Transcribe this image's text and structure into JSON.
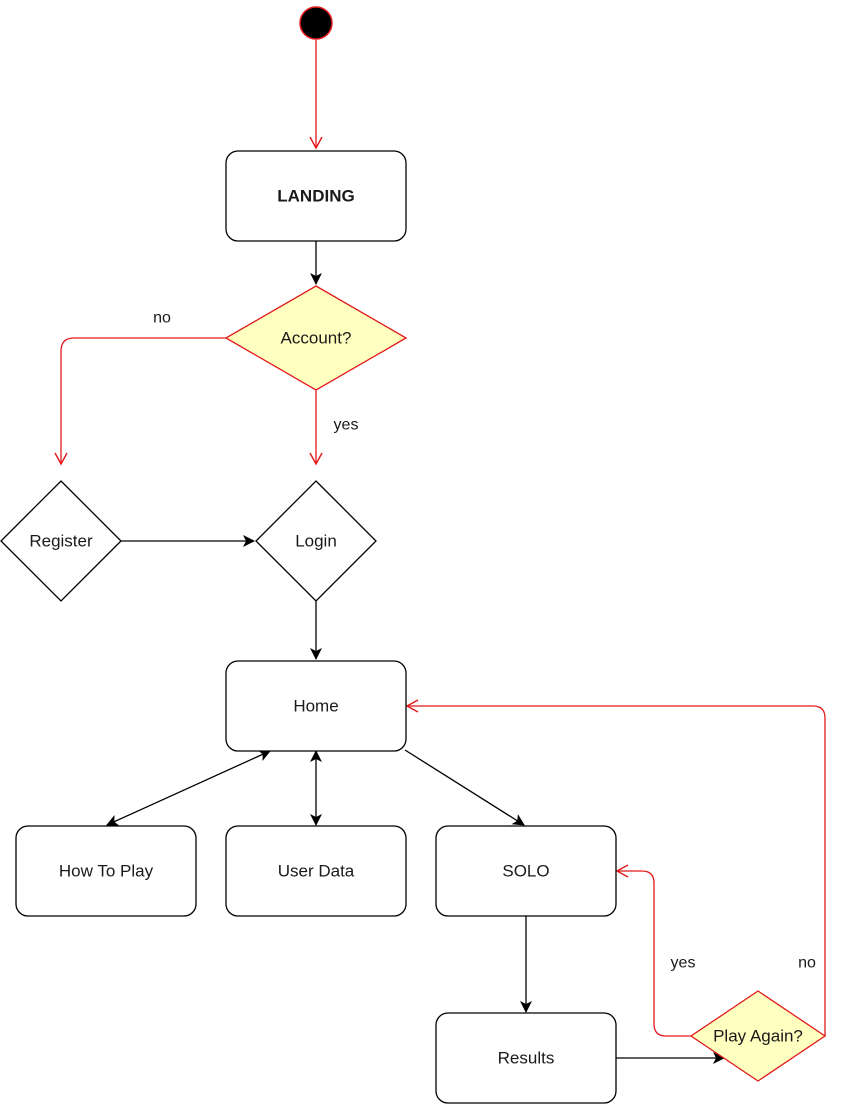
{
  "colors": {
    "stroke_black": "#000000",
    "stroke_red": "#e3191c",
    "decision_fill": "#ffffc0",
    "process_fill": "#ffffff",
    "start_fill": "#000000"
  },
  "nodes": {
    "landing": {
      "label": "LANDING"
    },
    "account": {
      "label": "Account?"
    },
    "register": {
      "label": "Register"
    },
    "login": {
      "label": "Login"
    },
    "home": {
      "label": "Home"
    },
    "how_to_play": {
      "label": "How To Play"
    },
    "user_data": {
      "label": "User Data"
    },
    "solo": {
      "label": "SOLO"
    },
    "results": {
      "label": "Results"
    },
    "play_again": {
      "label": "Play Again?"
    }
  },
  "edges": {
    "account_no": {
      "label": "no"
    },
    "account_yes": {
      "label": "yes"
    },
    "play_again_yes": {
      "label": "yes"
    },
    "play_again_no": {
      "label": "no"
    }
  }
}
